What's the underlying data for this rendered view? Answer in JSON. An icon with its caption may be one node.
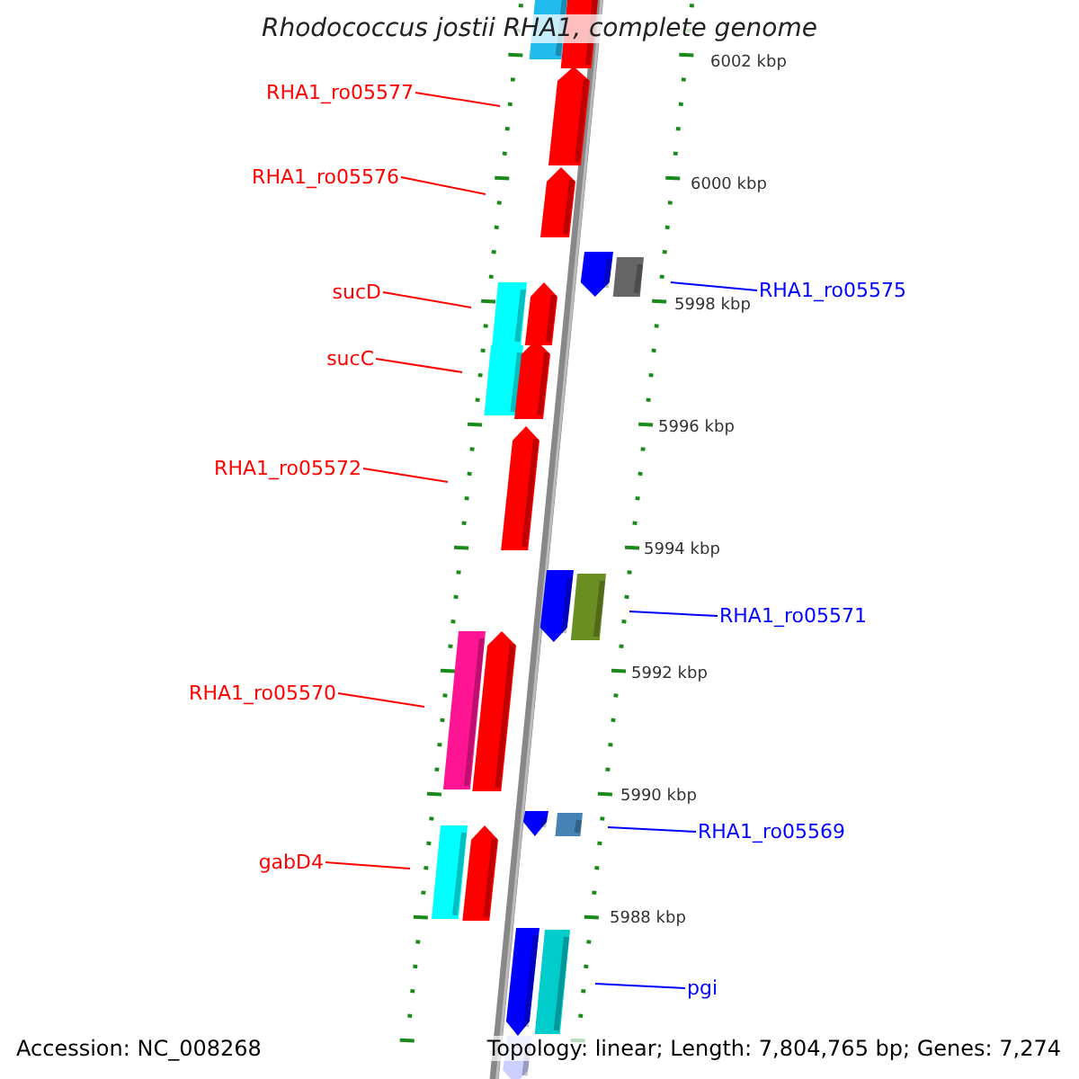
{
  "diagram": {
    "title": "Rhodococcus jostii RHA1, complete genome",
    "nodes": [
      {
        "text": [
          "RHA1_ro05577"
        ]
      },
      {
        "text": [
          "RHA1_ro05576"
        ]
      },
      {
        "text": [
          "RHA1_ro05575"
        ]
      },
      {
        "text": [
          "sucD"
        ]
      },
      {
        "text": [
          "sucC"
        ]
      },
      {
        "text": [
          "RHA1_ro05572"
        ]
      },
      {
        "text": [
          "RHA1_ro05571"
        ]
      },
      {
        "text": [
          "RHA1_ro05570"
        ]
      },
      {
        "text": [
          "RHA1_ro05569"
        ]
      },
      {
        "text": [
          "gabD4"
        ]
      },
      {
        "text": [
          "pgi"
        ]
      }
    ],
    "edges": [
      {
        "from": 0,
        "to": null,
        "arrow": "none"
      },
      {
        "from": 1,
        "to": null,
        "arrow": "none"
      },
      {
        "from": 2,
        "to": null,
        "arrow": "none",
        "color": "#0000ff"
      },
      {
        "from": 3,
        "to": null,
        "arrow": "none"
      },
      {
        "from": 4,
        "to": null,
        "arrow": "none"
      },
      {
        "from": 5,
        "to": null,
        "arrow": "none"
      },
      {
        "from": 6,
        "to": null,
        "arrow": "none",
        "color": "#0000ff"
      },
      {
        "from": 7,
        "to": null,
        "arrow": "none"
      },
      {
        "from": 8,
        "to": null,
        "arrow": "none",
        "color": "#0000ff"
      },
      {
        "from": 9,
        "to": null,
        "arrow": "none"
      },
      {
        "from": 10,
        "to": null,
        "arrow": "none",
        "color": "#0000ff"
      }
    ],
    "labels": [
      "6002 kbp",
      "6000 kbp",
      "5998 kbp",
      "5996 kbp",
      "5994 kbp",
      "5992 kbp",
      "5990 kbp",
      "5988 kbp",
      "Accession: NC_008268",
      "Topology: linear; Length: 7,804,765 bp; Genes: 7,274"
    ]
  }
}
